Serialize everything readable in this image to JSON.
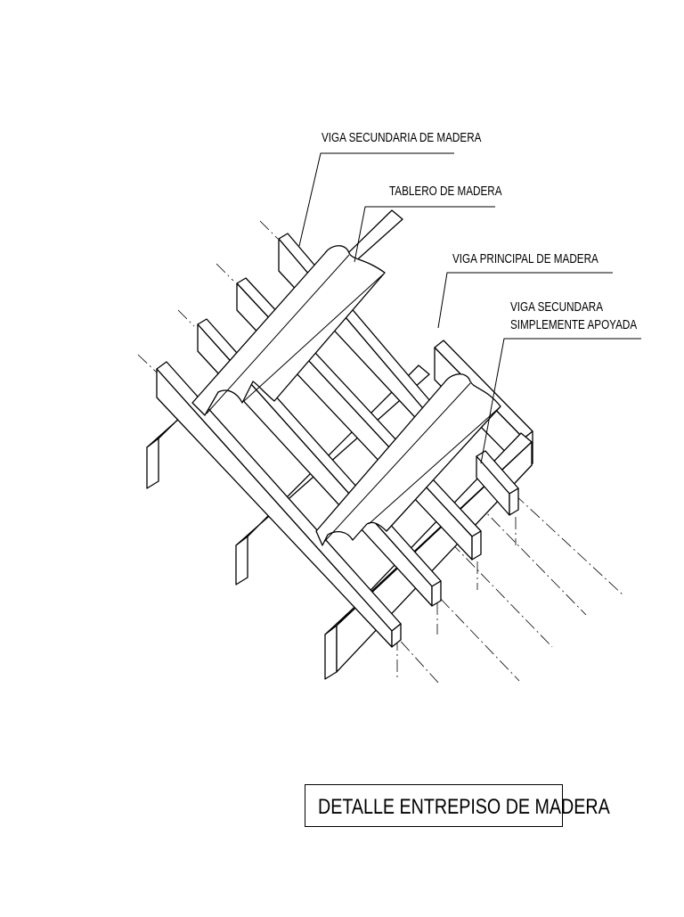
{
  "labels": {
    "viga_secundaria": "VIGA SECUNDARIA DE MADERA",
    "tablero": "TABLERO DE MADERA",
    "viga_principal": "VIGA PRINCIPAL DE MADERA",
    "viga_apoyada_line1": "VIGA SECUNDARA",
    "viga_apoyada_line2": "SIMPLEMENTE APOYADA"
  },
  "title": "DETALLE ENTREPISO DE MADERA"
}
